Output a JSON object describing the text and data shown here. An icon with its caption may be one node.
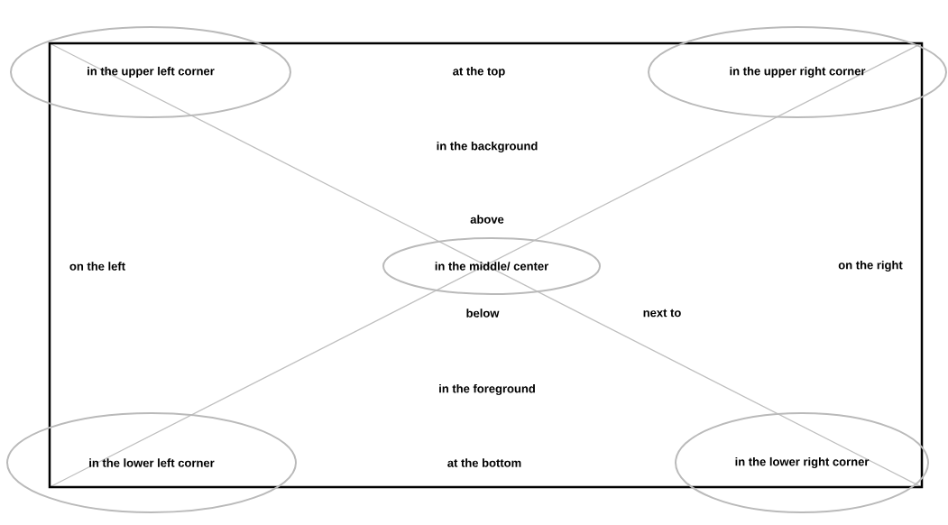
{
  "diagram": {
    "nodes": [
      {
        "text": [
          "in the upper left corner"
        ]
      },
      {
        "text": [
          "in the upper right corner"
        ]
      },
      {
        "text": [
          "in the middle/ center"
        ]
      },
      {
        "text": [
          "in the lower left corner"
        ]
      },
      {
        "text": [
          "in the lower right corner"
        ]
      }
    ],
    "labels": [
      "at the top",
      "in the background",
      "above",
      "on the left",
      "on the right",
      "below",
      "next to",
      "in the foreground",
      "at the bottom"
    ]
  }
}
